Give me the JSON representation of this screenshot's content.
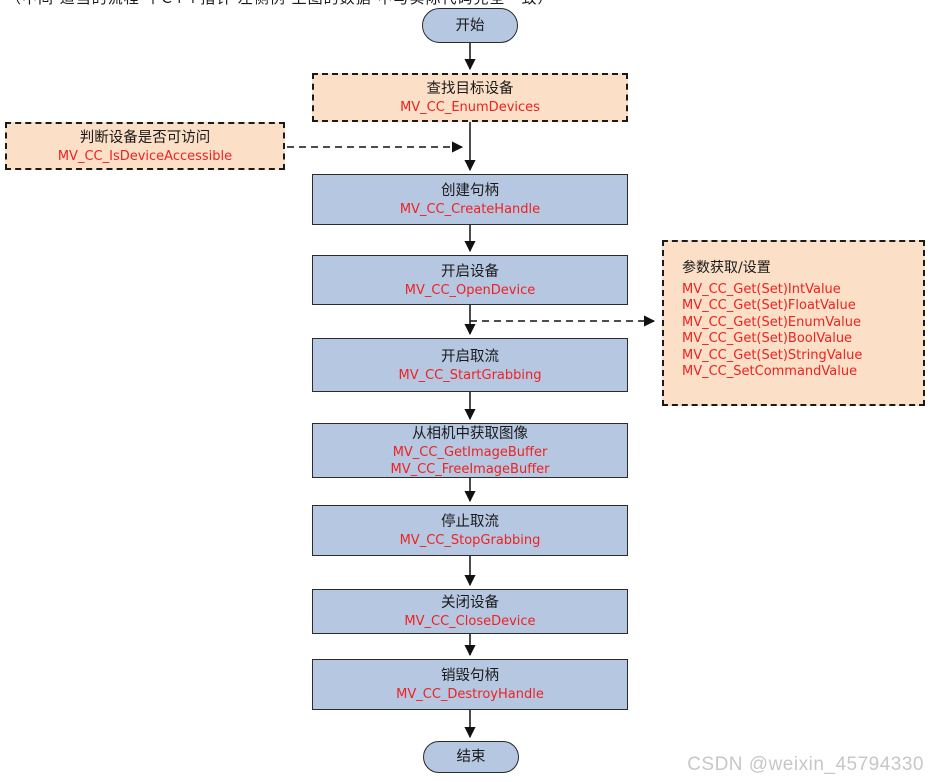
{
  "colors": {
    "process_fill": "#b6c7e2",
    "node_border": "#2b2b2b",
    "callout_fill": "#fbdfc6",
    "callout_border": "#1b1b1b",
    "api_text": "#ee2222",
    "label_text": "#1a1a1a"
  },
  "page": {
    "top_clipped_text": "（中间 适当的流程 个C++指针 左侧例 上图的数据 中与实际代码完全一致）",
    "watermark": "CSDN @weixin_45794330"
  },
  "flow": {
    "start_label": "开始",
    "end_label": "结束",
    "steps": [
      {
        "title": "查找目标设备",
        "api1": "MV_CC_EnumDevices"
      },
      {
        "title": "创建句柄",
        "api1": "MV_CC_CreateHandle"
      },
      {
        "title": "开启设备",
        "api1": "MV_CC_OpenDevice"
      },
      {
        "title": "开启取流",
        "api1": "MV_CC_StartGrabbing"
      },
      {
        "title": "从相机中获取图像",
        "api1": "MV_CC_GetImageBuffer",
        "api2": "MV_CC_FreeImageBuffer"
      },
      {
        "title": "停止取流",
        "api1": "MV_CC_StopGrabbing"
      },
      {
        "title": "关闭设备",
        "api1": "MV_CC_CloseDevice"
      },
      {
        "title": "销毁句柄",
        "api1": "MV_CC_DestroyHandle"
      }
    ],
    "left_note": {
      "title": "判断设备是否可访问",
      "api1": "MV_CC_IsDeviceAccessible"
    },
    "right_note": {
      "title": "参数获取/设置",
      "apis": [
        "MV_CC_Get(Set)IntValue",
        "MV_CC_Get(Set)FloatValue",
        "MV_CC_Get(Set)EnumValue",
        "MV_CC_Get(Set)BoolValue",
        "MV_CC_Get(Set)StringValue",
        "MV_CC_SetCommandValue"
      ]
    }
  }
}
